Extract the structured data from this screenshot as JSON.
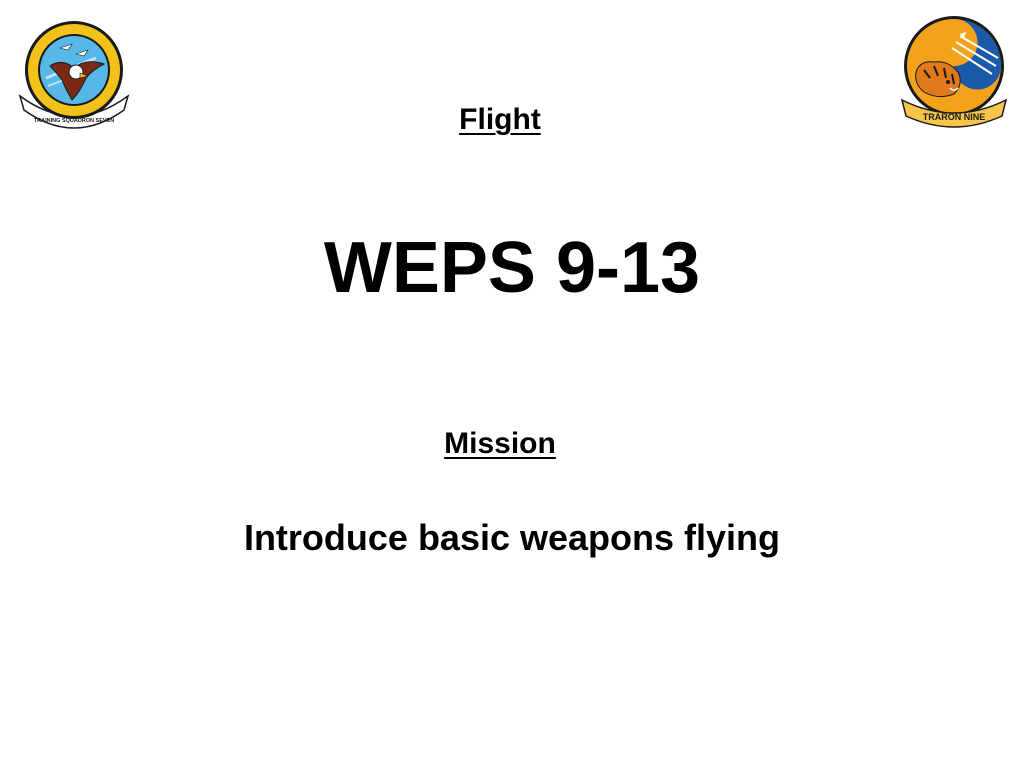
{
  "slide": {
    "flight_label": "Flight",
    "title": "WEPS 9-13",
    "mission_label": "Mission",
    "mission_text": "Introduce basic weapons flying"
  },
  "logos": {
    "left": {
      "icon": "training-squadron-seven-eagle-patch",
      "text": "TRAINING SQUADRON SEVEN",
      "colors": {
        "ring": "#f2c21b",
        "sky": "#55b8e6",
        "eagle": "#7a2a14",
        "banner": "#ffffff",
        "outline": "#1a1a1a"
      }
    },
    "right": {
      "icon": "traron-nine-tiger-patch",
      "text": "TRARON NINE",
      "colors": {
        "ring": "#f3a21c",
        "sky": "#1a5aa8",
        "tiger": "#e0791a",
        "banner": "#f6c54a",
        "outline": "#1a1a1a"
      }
    }
  }
}
